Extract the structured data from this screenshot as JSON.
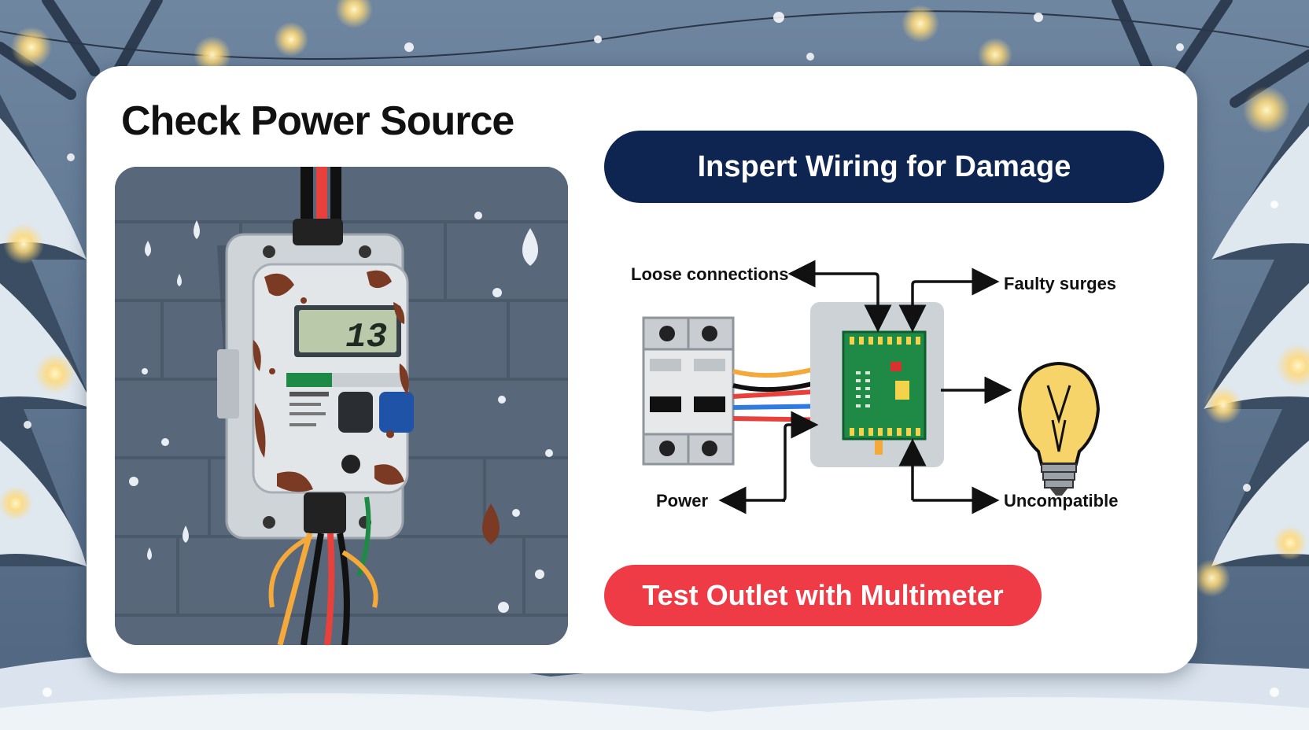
{
  "title": "Check Power Source",
  "buttons": {
    "inspect_wiring": "Inspert Wiring for Damage",
    "test_outlet": "Test Outlet with Multimeter"
  },
  "meter": {
    "display_value": "13"
  },
  "diagram": {
    "labels": {
      "loose_connections": "Loose connections",
      "faulty_surges": "Faulty surges",
      "power": "Power",
      "uncompatible": "Uncompatible"
    }
  },
  "colors": {
    "navy": "#0d2550",
    "red": "#ef3b46",
    "background": "#5d7590",
    "wall": "#58687a",
    "meter_body": "#e3e6e8",
    "meter_screen": "#b9c9a9",
    "pcb": "#1f8a45",
    "bulb": "#f6d46a",
    "wire_orange": "#f4a93a",
    "wire_red": "#e8413c",
    "wire_blue": "#2f7be0",
    "wire_black": "#111111"
  },
  "icons": [
    "snowy-tree-icon",
    "fairy-light-icon",
    "snowflake-icon",
    "electric-meter-icon",
    "circuit-breaker-icon",
    "circuit-board-icon",
    "light-bulb-icon",
    "arrow-icon"
  ]
}
